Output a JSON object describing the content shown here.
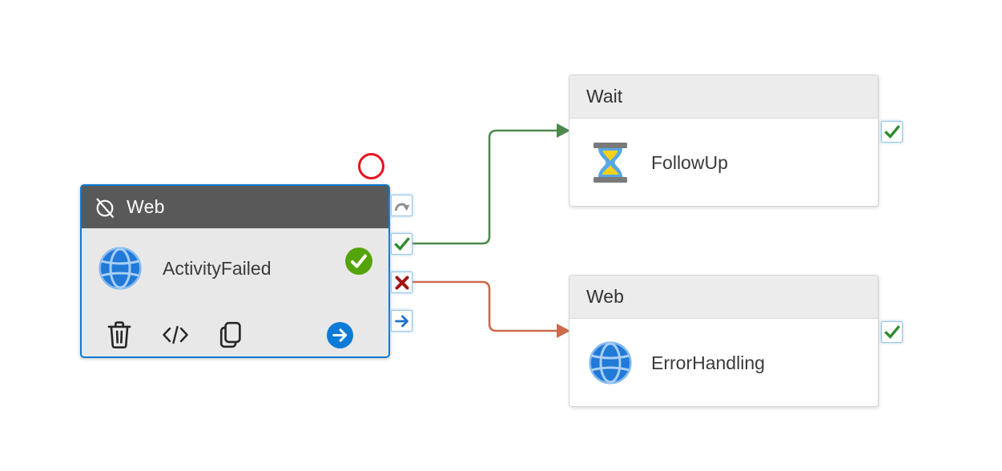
{
  "canvas": {
    "background": "#ffffff"
  },
  "nodes": {
    "activity_failed": {
      "type_label": "Web",
      "name": "ActivityFailed",
      "selected": true,
      "deactivated": true,
      "status": "succeeded",
      "toolbar_icons": [
        "delete-icon",
        "code-icon",
        "clone-icon",
        "open-arrow-icon"
      ],
      "port_icons": [
        "skip-port-icon",
        "success-port-icon",
        "fail-port-icon",
        "completion-port-icon"
      ]
    },
    "follow_up": {
      "type_label": "Wait",
      "name": "FollowUp",
      "body_icon": "hourglass-icon",
      "port_icons": [
        "success-port-icon"
      ]
    },
    "error_handling": {
      "type_label": "Web",
      "name": "ErrorHandling",
      "body_icon": "globe-icon",
      "port_icons": [
        "success-port-icon"
      ]
    }
  },
  "edges": [
    {
      "from": "ActivityFailed.success",
      "to": "FollowUp",
      "color": "#4c8a4c"
    },
    {
      "from": "ActivityFailed.fail",
      "to": "ErrorHandling",
      "color": "#cd6a4b"
    }
  ],
  "annotation": {
    "shape": "circle",
    "color": "#e8121e"
  },
  "colors": {
    "selection_border": "#0d7ad5",
    "header_selected_bg": "#595959",
    "header_default_bg": "#ececec",
    "body_selected_bg": "#e8e8e8",
    "success_badge": "#55a30a",
    "success_port": "#2f8c2f",
    "fail_port": "#a31212",
    "completion_port": "#1b72ce",
    "skip_port": "#909090",
    "edge_success": "#4c8a4c",
    "edge_fail": "#cd6a4b",
    "globe_blue": "#2179d8",
    "open_button_blue": "#0c7bd8"
  }
}
